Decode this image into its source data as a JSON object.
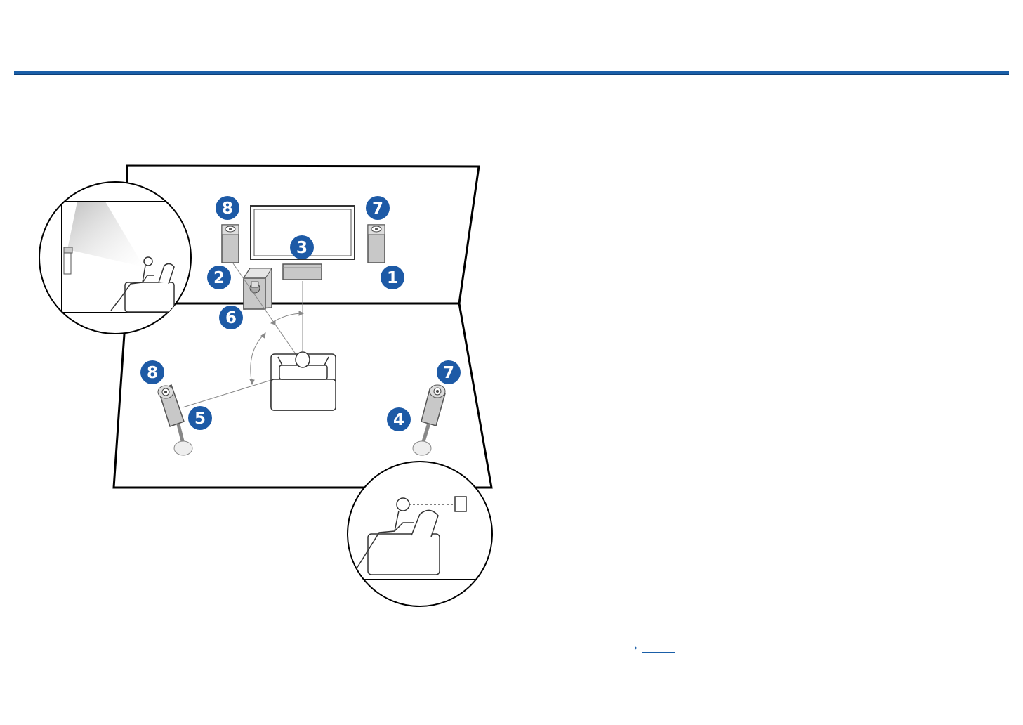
{
  "colors": {
    "accent": "#1a5fa8",
    "badge": "#1d5aa6",
    "line": "#000000",
    "speaker": "#c8c8c8"
  },
  "badges": {
    "front_left_height": "8",
    "front_right_height": "7",
    "center": "3",
    "front_left": "2",
    "front_right": "1",
    "subwoofer": "6",
    "surround_left_height": "8",
    "surround_right_height": "7",
    "surround_left": "5",
    "surround_right": "4"
  },
  "reference_link": {
    "arrow": "→"
  }
}
